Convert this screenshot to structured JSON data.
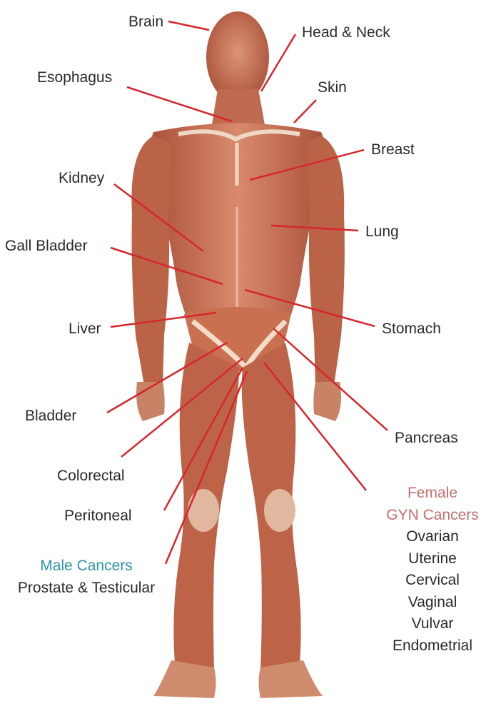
{
  "colors": {
    "leader_line": "#d7262e",
    "muscle": "#c86a4d",
    "muscle_dark": "#9c4530",
    "tendon": "#f2ddc9",
    "male_heading": "#2e93a8",
    "female_heading": "#c56e6e",
    "label_text": "#2a2a2a"
  },
  "labels": {
    "brain": "Brain",
    "head_neck": "Head & Neck",
    "esophagus": "Esophagus",
    "skin": "Skin",
    "breast": "Breast",
    "kidney": "Kidney",
    "lung": "Lung",
    "gall_bladder": "Gall Bladder",
    "liver": "Liver",
    "stomach": "Stomach",
    "bladder": "Bladder",
    "pancreas": "Pancreas",
    "colorectal": "Colorectal",
    "peritoneal": "Peritoneal"
  },
  "male": {
    "heading": "Male Cancers",
    "items": [
      "Prostate & Testicular"
    ]
  },
  "female": {
    "heading_line1": "Female",
    "heading_line2": "GYN Cancers",
    "items": [
      "Ovarian",
      "Uterine",
      "Cervical",
      "Vaginal",
      "Vulvar",
      "Endometrial"
    ]
  }
}
